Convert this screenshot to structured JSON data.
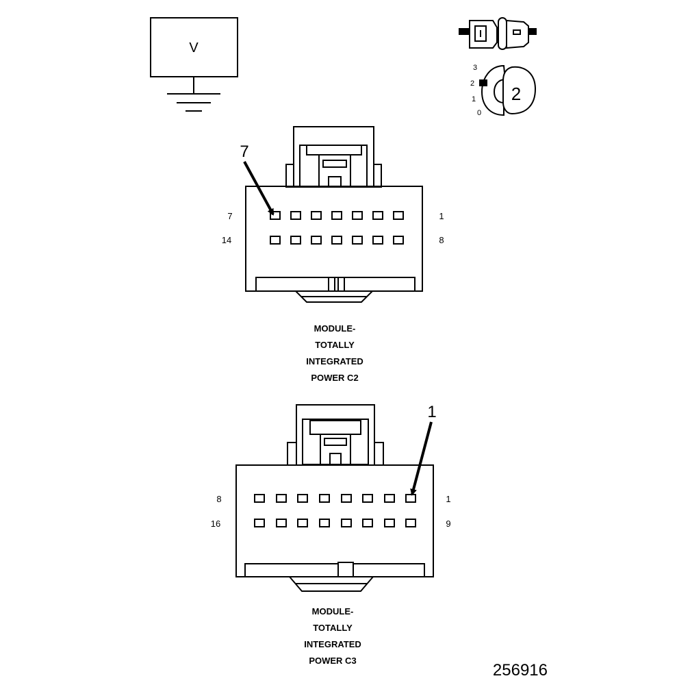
{
  "meter": {
    "symbol": "V"
  },
  "switch_positions": {
    "p3": "3",
    "p2": "2",
    "p1": "1",
    "p0": "0",
    "selected": "2"
  },
  "connectors": [
    {
      "id": "c2",
      "callout": "7",
      "row1_left": "7",
      "row1_right": "1",
      "row2_left": "14",
      "row2_right": "8",
      "title": [
        "MODULE-",
        "TOTALLY",
        "INTEGRATED",
        "POWER C2"
      ]
    },
    {
      "id": "c3",
      "callout": "1",
      "row1_left": "8",
      "row1_right": "1",
      "row2_left": "16",
      "row2_right": "9",
      "title": [
        "MODULE-",
        "TOTALLY",
        "INTEGRATED",
        "POWER C3"
      ]
    }
  ],
  "figure_number": "256916"
}
